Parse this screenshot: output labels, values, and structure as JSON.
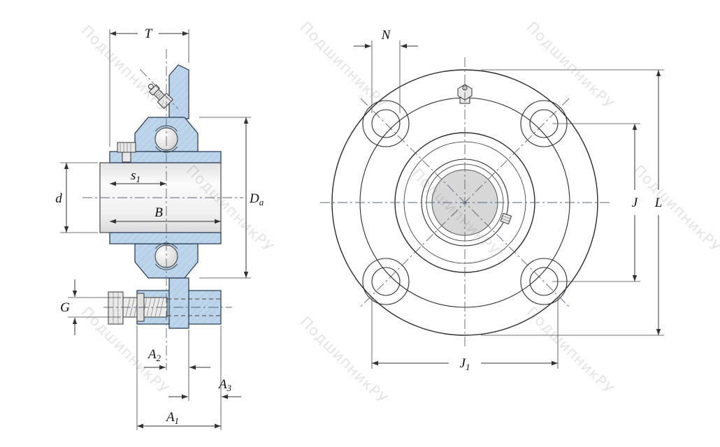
{
  "drawing": {
    "description": "flanged-bearing-unit-technical-drawing",
    "views": [
      "section-view",
      "front-view"
    ]
  },
  "watermark": {
    "text": "ПодшипникРУ"
  },
  "labels": {
    "T": "T",
    "N": "N",
    "d": "d",
    "B": "B",
    "G": "G",
    "J": "J",
    "L": "L",
    "s1": {
      "base": "s",
      "sub": "1"
    },
    "Da": {
      "base": "D",
      "sub": "a"
    },
    "A2": {
      "base": "A",
      "sub": "2"
    },
    "A3": {
      "base": "A",
      "sub": "3"
    },
    "A1": {
      "base": "A",
      "sub": "1"
    },
    "J1": {
      "base": "J",
      "sub": "1"
    }
  },
  "colors": {
    "housing_fill": "#bdd5ea",
    "housing_stroke": "#24344f",
    "hatch_line": "#4a6f9b",
    "metal_fill": "#e8e8e8",
    "bore_fill": "#d7d7d7",
    "line_color": "#2b2b2b",
    "watermark_color": "#6f6f6f"
  }
}
